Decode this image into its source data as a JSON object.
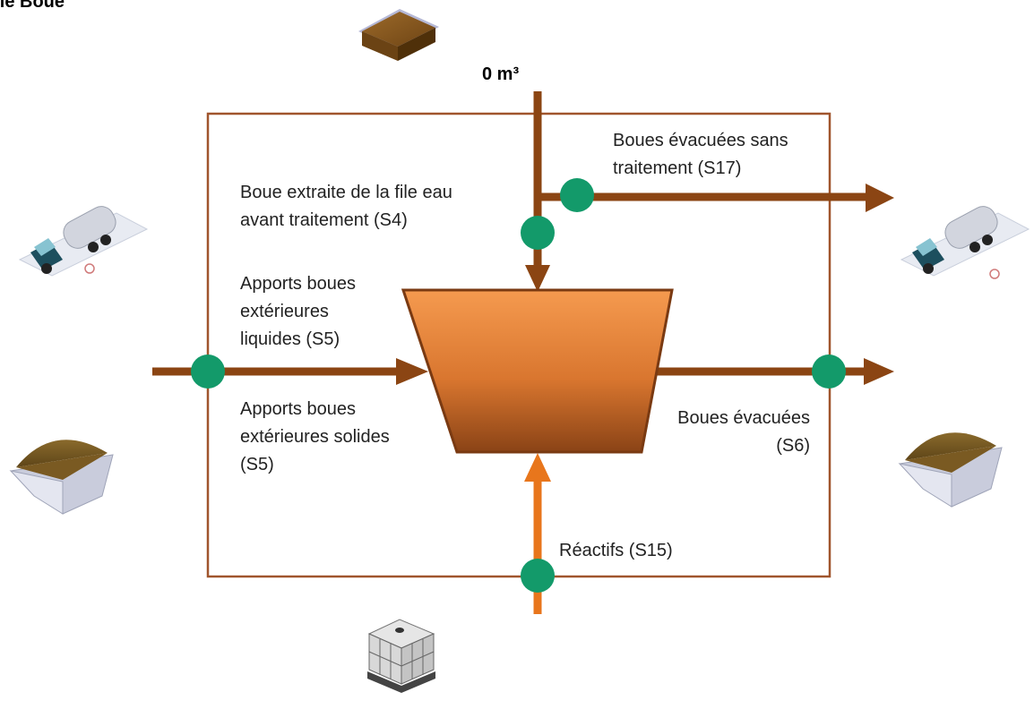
{
  "title": "File Boue",
  "volume": "0 m³",
  "labels": {
    "s17": [
      "Boues évacuées sans",
      "traitement (S17)"
    ],
    "s4": [
      "Boue extraite de la file eau",
      "avant traitement (S4)"
    ],
    "s5_liquid": [
      "Apports boues",
      "extérieures",
      "liquides (S5)"
    ],
    "s5_solid": [
      "Apports boues",
      "extérieures solides",
      "(S5)"
    ],
    "s6": [
      "Boues évacuées",
      "(S6)"
    ],
    "s15": [
      "Réactifs (S15)"
    ]
  },
  "icons": {
    "top": "sludge-block-icon",
    "left_top": "tanker-truck-icon",
    "right_top": "tanker-truck-icon",
    "left_bottom": "sludge-skip-icon",
    "right_bottom": "sludge-skip-icon",
    "bottom": "ibc-container-icon"
  },
  "colors": {
    "flow": "#8b4513",
    "reagent": "#e8761c",
    "node": "#139a6a",
    "frame": "#a0552d"
  }
}
